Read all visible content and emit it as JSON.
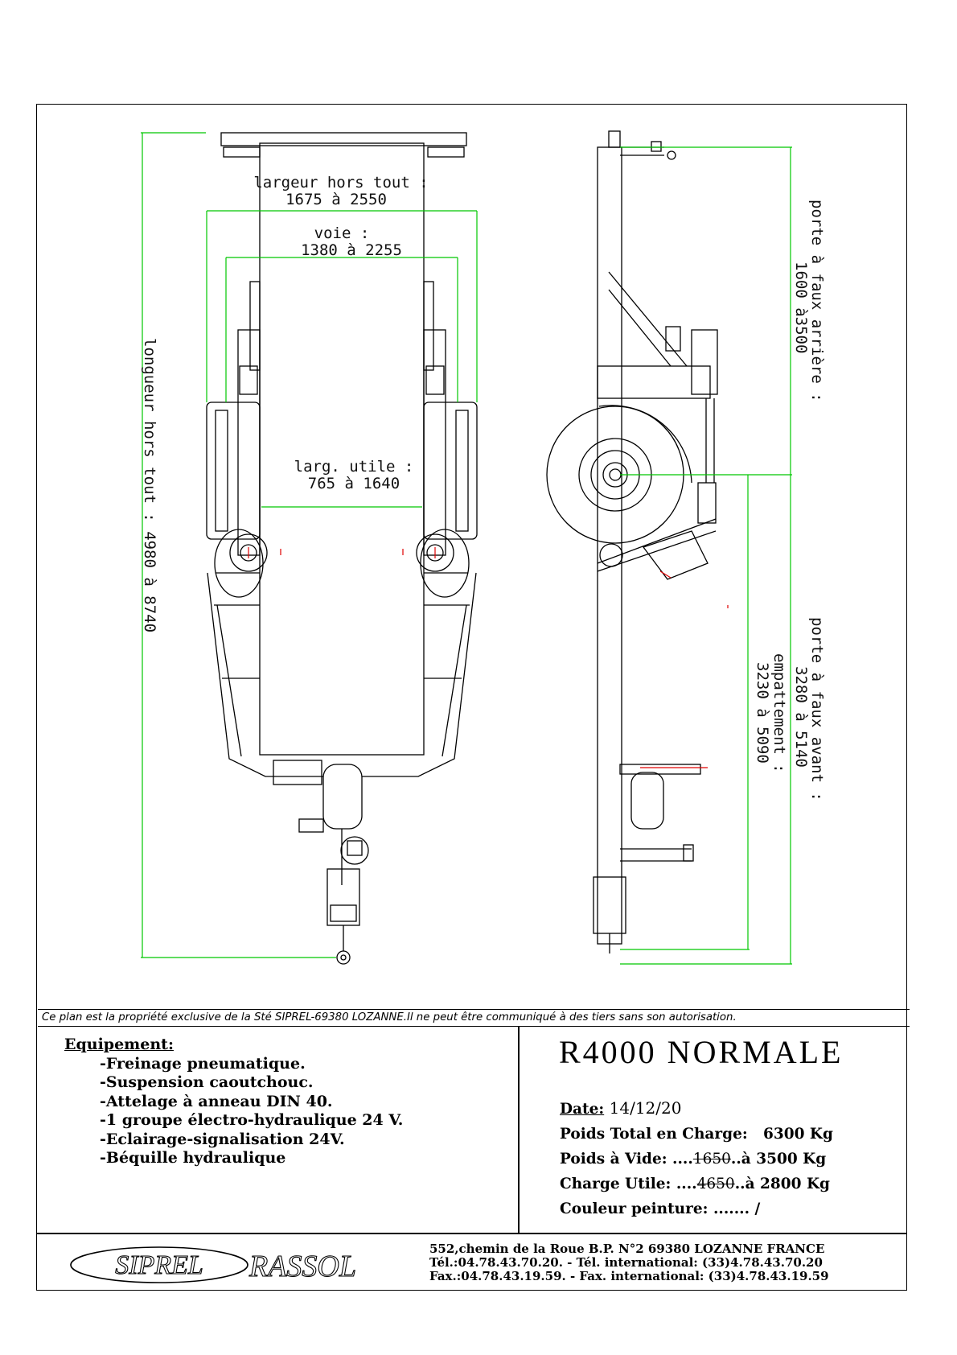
{
  "drawing": {
    "dimensions": {
      "largeur_hors_tout_label": "largeur hors tout :",
      "largeur_hors_tout_value": "1675 à 2550",
      "voie_label": "voie :",
      "voie_value": "1380 à 2255",
      "larg_utile_label": "larg. utile :",
      "larg_utile_value": "765 à 1640",
      "longueur_hors_tout": "longueur hors tout : 4980 à 8740",
      "porte_faux_arriere_label": "porte à faux arrière :",
      "porte_faux_arriere_value": "1600 à3500",
      "porte_faux_avant_label": "porte à faux avant :",
      "porte_faux_avant_value": "3280 à 5140",
      "empattement_label": "empattement :",
      "empattement_value": "3230 à 5090"
    },
    "colors": {
      "line": "#000000",
      "dimension": "#00c800",
      "marker": "#e00000"
    }
  },
  "notice": "Ce plan est la propriété exclusive de la Sté SIPREL-69380 LOZANNE.Il ne peut être communiqué à des tiers sans son autorisation.",
  "equipment": {
    "title": "Equipement:",
    "items": [
      "-Freinage pneumatique.",
      "-Suspension caoutchouc.",
      "-Attelage à anneau DIN 40.",
      "-1 groupe électro-hydraulique 24 V.",
      "-Eclairage-signalisation 24V.",
      "-Béquille hydraulique"
    ]
  },
  "model": "R4000  NORMALE",
  "specs": {
    "date_label": "Date:",
    "date_value": "14/12/20",
    "poids_total_label": "Poids Total en Charge:",
    "poids_total_value": "6300 Kg",
    "poids_vide_label": "Poids à Vide:",
    "poids_vide_dots": "....",
    "poids_vide_struck": "1650",
    "poids_vide_value": "..à 3500 Kg",
    "charge_utile_label": "Charge Utile:",
    "charge_utile_dots": "....",
    "charge_utile_struck": "4650",
    "charge_utile_value": "..à 2800 Kg",
    "couleur_label": "Couleur peinture:",
    "couleur_value": "....... /"
  },
  "logo": {
    "left": "SIPREL",
    "right": "RASSOL"
  },
  "address": {
    "line1": "552,chemin de la Roue  B.P. N°2 69380 LOZANNE FRANCE",
    "line2": "Tél.:04.78.43.70.20. - Tél. international: (33)4.78.43.70.20",
    "line3": "Fax.:04.78.43.19.59. - Fax. international: (33)4.78.43.19.59"
  }
}
